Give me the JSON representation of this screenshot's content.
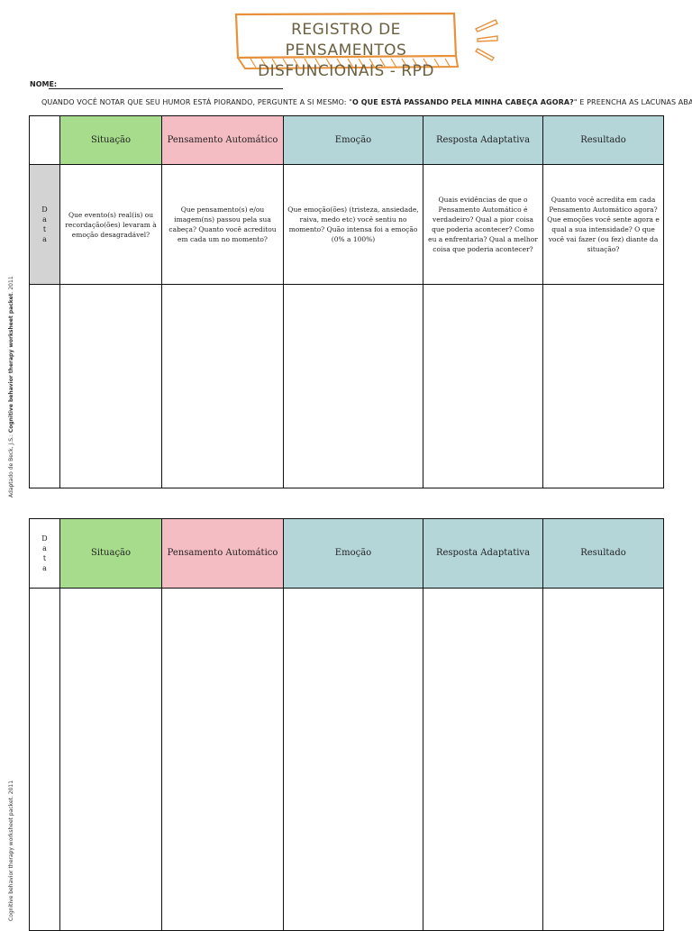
{
  "header": {
    "title_line1": "Registro de Pensamentos",
    "title_line2": "Disfuncionais - RPD",
    "nome_label": "Nome:",
    "instruction_pre": "Quando você notar que seu humor está piorando, pergunte a si mesmo:  \"",
    "instruction_bold": "O que está passando pela minha cabeça agora?",
    "instruction_post": "\" e preencha as lacunas abaixo."
  },
  "side_note": {
    "prefix": "Adaptado de Beck, J.S.: ",
    "bold": "Cognitive behavior therapy worksheet packet",
    "suffix": ". 2011",
    "second": "Cognitive behavior therapy worksheet packet. 2011"
  },
  "columns": {
    "situacao": "Situação",
    "pensamento": "Pensamento Automático",
    "emocao": "Emoção",
    "resposta": "Resposta Adaptativa",
    "resultado": "Resultado"
  },
  "data_label": [
    "D",
    "a",
    "t",
    "a"
  ],
  "descriptions": {
    "situacao": "Que evento(s) real(is) ou recordação(ões) levaram à emoção desagradável?",
    "pensamento": "Que pensamento(s) e/ou imagem(ns) passou pela sua cabeça? Quanto você acreditou em cada um no momento?",
    "emocao": "Que emoção(ões) (tristeza, ansiedade, raiva, medo etc) você sentiu no momento? Quão intensa foi a emoção (0% a 100%)",
    "resposta": "Quais evidências de que o Pensamento Automático é verdadeiro? Qual a pior coisa que poderia acontecer? Como eu a enfrentaria? Qual a melhor coisa que poderia acontecer?",
    "resultado": "Quanto você acredita em cada Pensamento Automático agora? Que emoções você sente agora e qual a sua intensidade? O que você vai fazer (ou fez) diante da situação?"
  },
  "colors": {
    "situacao": "#a6dc8c",
    "pensamento": "#f4bcc3",
    "emocao": "#b4d6d9",
    "banner_stroke": "#e8913a"
  }
}
